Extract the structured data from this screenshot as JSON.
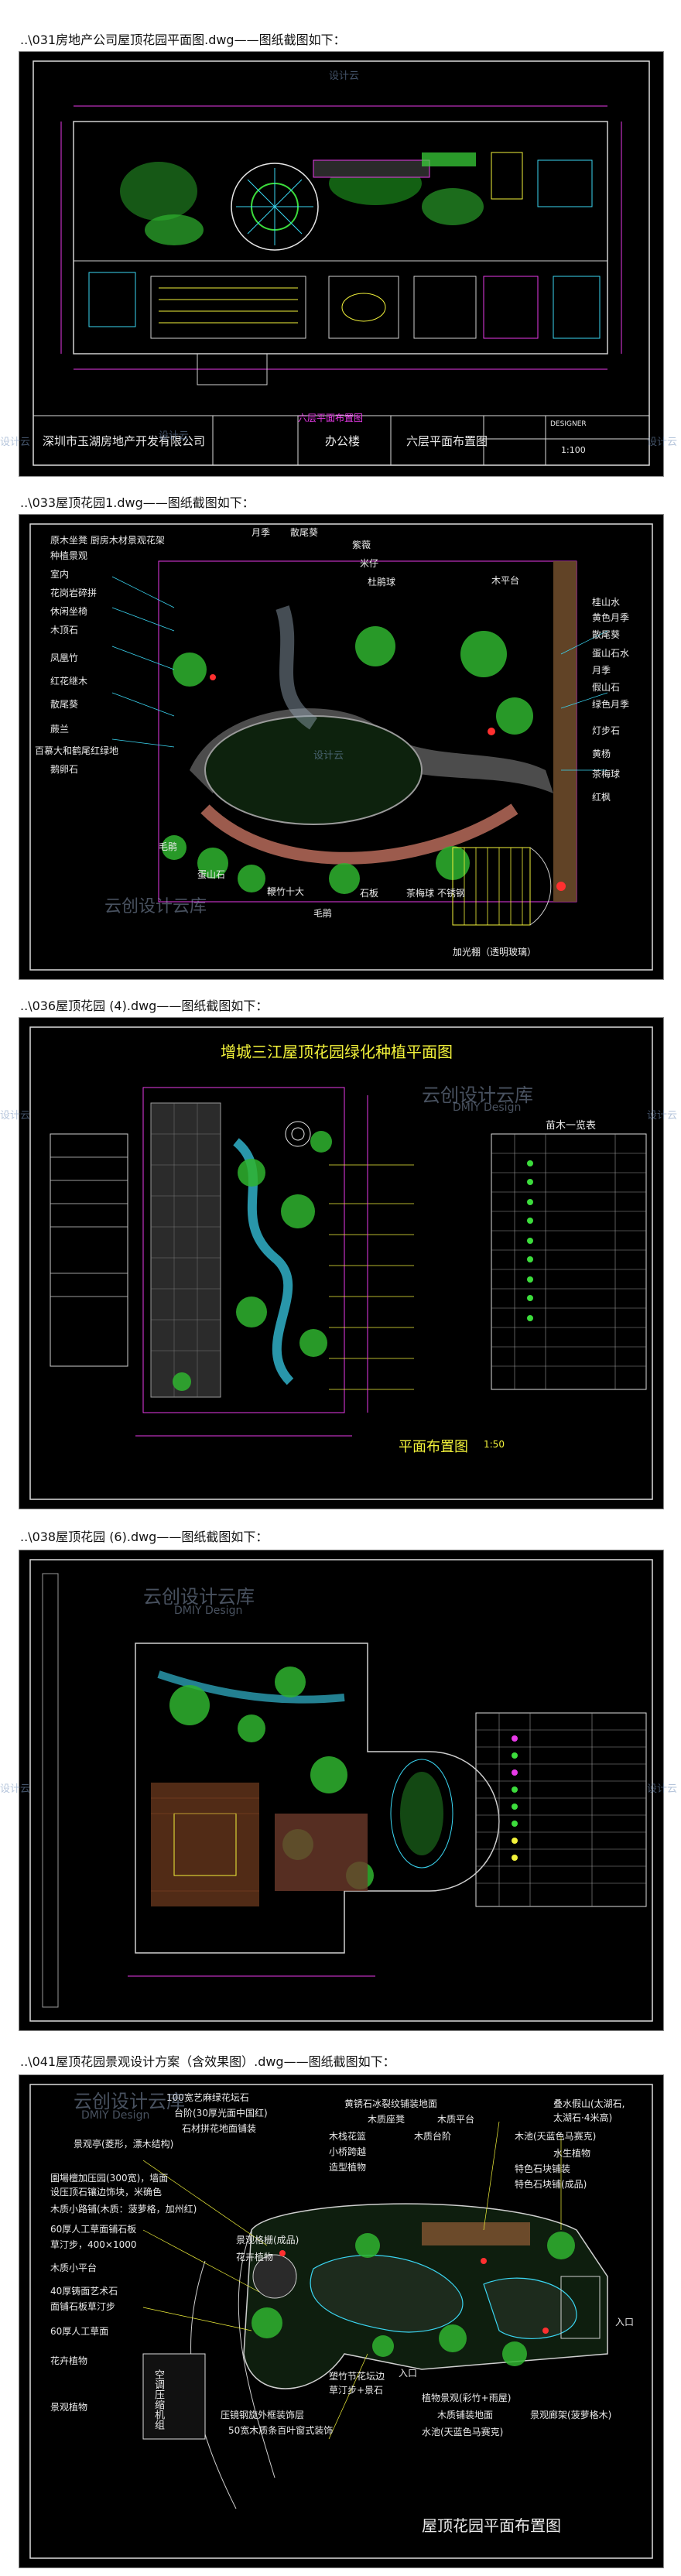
{
  "panels": [
    {
      "caption": "..\\031房地产公司屋顶花园平面图.dwg——图纸截图如下：",
      "plan_label": "六层平面布置图",
      "title_block": {
        "company": "深圳市玉湖房地产开发有限公司",
        "building": "办公楼",
        "drawing": "六层平面布置图",
        "designer": "DESIGNER",
        "scale": "1:100"
      }
    },
    {
      "caption": "..\\033屋顶花园1.dwg——图纸截图如下：",
      "labels_left": [
        "原木坐凳 厨房木材景观花架",
        "种植景观",
        "室内",
        "花岗岩碎拼",
        "休闲坐椅",
        "木顶石",
        "凤凰竹",
        "红花继木",
        "散尾葵",
        "蕨兰",
        "百慕大和鹤尾红绿地",
        "鹅卵石"
      ],
      "labels_top": [
        "月季",
        "散尾葵",
        "紫薇",
        "米仔",
        "杜鹃球"
      ],
      "labels_right": [
        "木平台",
        "桂山水",
        "黄色月季",
        "散尾葵",
        "蛋山石水",
        "月季",
        "假山石",
        "绿色月季",
        "灯步石",
        "黄杨",
        "茶梅球",
        "红枫"
      ],
      "labels_bottom": [
        "毛鹃",
        "蛋山石",
        "鞭竹十大",
        "石板",
        "毛鹃",
        "茶梅球",
        "加光棚（透明玻璃）",
        "不锈钢"
      ]
    },
    {
      "caption": "..\\036屋顶花园 (4).dwg——图纸截图如下：",
      "plan_title": "增城三江屋顶花园绿化种植平面图",
      "sub_title": "平面布置图",
      "scale": "1:50",
      "table_title": "苗木一览表"
    },
    {
      "caption": "..\\038屋顶花园 (6).dwg——图纸截图如下："
    },
    {
      "caption": "..\\041屋顶花园景观设计方案（含效果图）.dwg——图纸截图如下：",
      "labels_left": [
        "園場檀加压园(300宽)，墙面",
        "设压顶石镶边饰块，米确色",
        "木质小路铺(木质：菠萝格，加州红)",
        "60厚人工草面铺石板",
        "草汀步，400×1000",
        "木质小平台",
        "40厚铸面艺术石",
        "面铺石板草汀步",
        "60厚人工草面",
        "花卉植物",
        "景观植物"
      ],
      "labels_top": [
        "100宽艺麻绿花坛石",
        "台阶(30厚光面中国红)",
        "石材拼花地面铺装",
        "景观亭(菱形，漂木结构)"
      ],
      "labels_top_right": [
        "黄锈石冰裂纹铺装地面",
        "木质座凳",
        "木栈花篮",
        "小桥跨越",
        "造型植物",
        "木质平台",
        "木质台阶",
        "特色石块铺装",
        "叠水假山(太湖石,",
        "太湖石·4米高)",
        "木池(天蓝色马赛克)",
        "水生植物",
        "特色石块铺(成品)"
      ],
      "labels_bottom": [
        "景观格栅(成品)",
        "花卉植物",
        "塑竹节花坛边",
        "草汀步+景石",
        "压镜钢旋外框装饰层",
        "50宽木质条百叶窗式装饰",
        "植物景观(彩竹+雨屋)",
        "木质铺装地面",
        "水池(天蓝色马赛克)",
        "景观廊架(菠萝格木)"
      ],
      "room_label": "空调压缩机组",
      "entry_labels": [
        "入口",
        "入口"
      ],
      "plan_title": "屋顶花园平面布置图"
    }
  ],
  "watermarks": [
    "设计云",
    "设计云",
    "云创设计云库",
    "DMIY Design"
  ],
  "colors": {
    "sheet_bg": "#000000",
    "cad_green": "#3cdc3c",
    "cad_magenta": "#e83ae8",
    "cad_yellow": "#f2f23a",
    "cad_cyan": "#3ad6f2",
    "cad_red": "#ff3030"
  }
}
